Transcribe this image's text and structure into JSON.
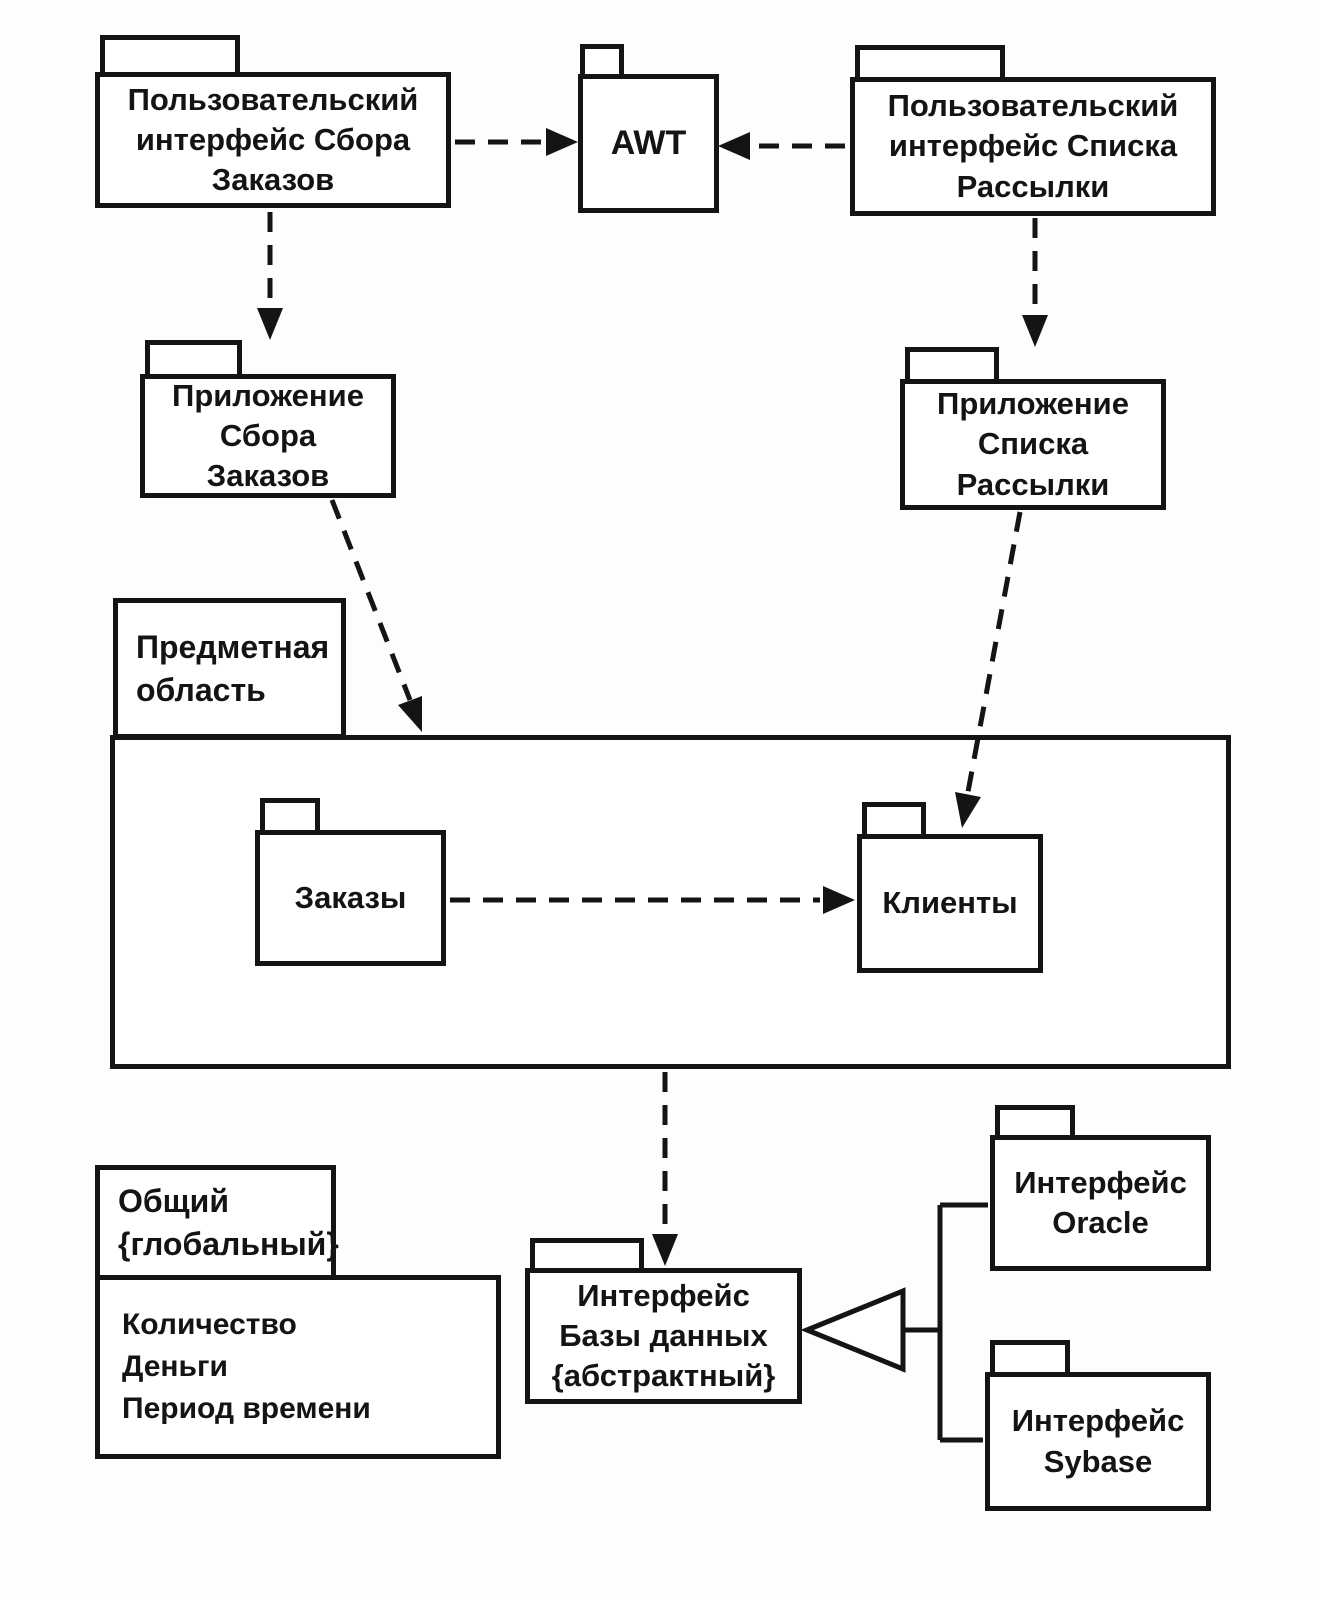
{
  "diagram": {
    "kind": "UML package diagram",
    "ink_color": "#141414",
    "paper_color": "#ffffff"
  },
  "packages": {
    "order_ui": {
      "lines": [
        "Пользовательский",
        "интерфейс Сбора",
        "Заказов"
      ]
    },
    "awt": {
      "lines": [
        "AWT"
      ]
    },
    "mailing_ui": {
      "lines": [
        "Пользовательский",
        "интерфейс Списка",
        "Рассылки"
      ]
    },
    "order_app": {
      "lines": [
        "Приложение",
        "Сбора",
        "Заказов"
      ]
    },
    "mailing_app": {
      "lines": [
        "Приложение",
        "Списка",
        "Рассылки"
      ]
    },
    "domain": {
      "tab_lines": [
        "Предметная",
        "область"
      ]
    },
    "orders": {
      "lines": [
        "Заказы"
      ]
    },
    "clients": {
      "lines": [
        "Клиенты"
      ]
    },
    "common": {
      "tab_lines": [
        "Общий",
        "{глобальный}"
      ],
      "body_lines": [
        "Количество",
        "Деньги",
        "Период времени"
      ]
    },
    "db_interface": {
      "lines": [
        "Интерфейс",
        "Базы данных",
        "{абстрактный}"
      ]
    },
    "oracle": {
      "lines": [
        "Интерфейс",
        "Oracle"
      ]
    },
    "sybase": {
      "lines": [
        "Интерфейс",
        "Sybase"
      ]
    }
  },
  "relations": [
    {
      "from": "Пользовательский интерфейс Сбора Заказов",
      "to": "AWT",
      "type": "dependency"
    },
    {
      "from": "Пользовательский интерфейс Списка Рассылки",
      "to": "AWT",
      "type": "dependency"
    },
    {
      "from": "Пользовательский интерфейс Сбора Заказов",
      "to": "Приложение Сбора Заказов",
      "type": "dependency"
    },
    {
      "from": "Пользовательский интерфейс Списка Рассылки",
      "to": "Приложение Списка Рассылки",
      "type": "dependency"
    },
    {
      "from": "Приложение Сбора Заказов",
      "to": "Предметная область",
      "type": "dependency"
    },
    {
      "from": "Приложение Списка Рассылки",
      "to": "Клиенты",
      "type": "dependency"
    },
    {
      "from": "Заказы",
      "to": "Клиенты",
      "type": "dependency"
    },
    {
      "from": "Предметная область",
      "to": "Интерфейс Базы данных {абстрактный}",
      "type": "dependency"
    },
    {
      "from": "Интерфейс Oracle",
      "to": "Интерфейс Базы данных {абстрактный}",
      "type": "generalization"
    },
    {
      "from": "Интерфейс Sybase",
      "to": "Интерфейс Базы данных {абстрактный}",
      "type": "generalization"
    }
  ]
}
